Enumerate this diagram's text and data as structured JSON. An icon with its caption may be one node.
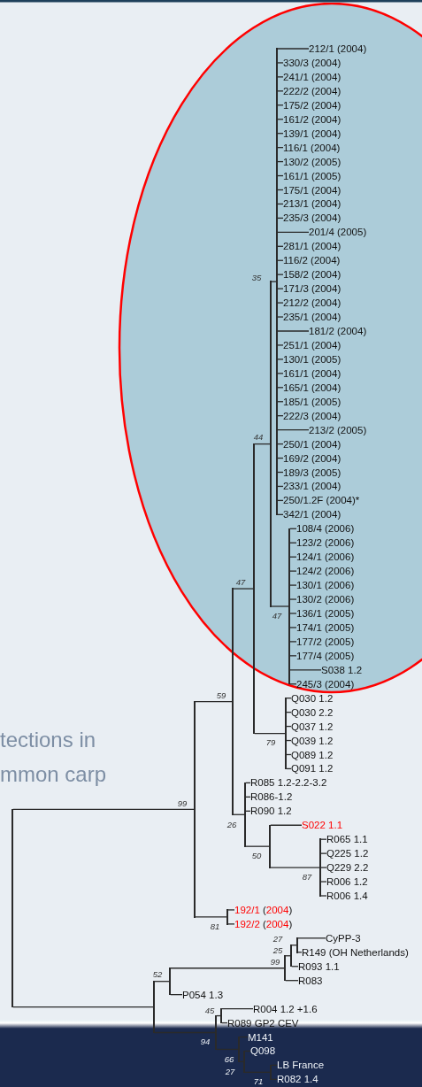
{
  "diagram": {
    "nodes": [
      {
        "text": [],
        "shape": "ellipse"
      },
      {
        "text": [
          "212/1 (2004)"
        ],
        "in": 0
      },
      {
        "text": [
          "330/3 (2004)"
        ],
        "in": 0
      },
      {
        "text": [
          "241/1 (2004)"
        ],
        "in": 0
      },
      {
        "text": [
          "222/2 (2004)"
        ],
        "in": 0
      },
      {
        "text": [
          "175/2 (2004)"
        ],
        "in": 0
      },
      {
        "text": [
          "161/2 (2004)"
        ],
        "in": 0
      },
      {
        "text": [
          "139/1 (2004)"
        ],
        "in": 0
      },
      {
        "text": [
          "116/1 (2004)"
        ],
        "in": 0
      },
      {
        "text": [
          "130/2 (2005)"
        ],
        "in": 0
      },
      {
        "text": [
          "161/1 (2005)"
        ],
        "in": 0
      },
      {
        "text": [
          "175/1 (2004)"
        ],
        "in": 0
      },
      {
        "text": [
          "213/1 (2004)"
        ],
        "in": 0
      },
      {
        "text": [
          "235/3 (2004)"
        ],
        "in": 0
      },
      {
        "text": [
          "201/4 (2005)"
        ],
        "in": 0
      },
      {
        "text": [
          "281/1 (2004)"
        ],
        "in": 0
      },
      {
        "text": [
          "116/2 (2004)"
        ],
        "in": 0
      },
      {
        "text": [
          "158/2 (2004)"
        ],
        "in": 0
      },
      {
        "text": [
          "171/3 (2004)"
        ],
        "in": 0
      },
      {
        "text": [
          "212/2 (2004)"
        ],
        "in": 0
      },
      {
        "text": [
          "235/1 (2004)"
        ],
        "in": 0
      },
      {
        "text": [
          "181/2 (2004)"
        ],
        "in": 0
      },
      {
        "text": [
          "251/1 (2004)"
        ],
        "in": 0
      },
      {
        "text": [
          "130/1 (2005)"
        ],
        "in": 0
      },
      {
        "text": [
          "161/1 (2004)"
        ],
        "in": 0
      },
      {
        "text": [
          "165/1 (2004)"
        ],
        "in": 0
      },
      {
        "text": [
          "185/1 (2005)"
        ],
        "in": 0
      },
      {
        "text": [
          "222/3 (2004)"
        ],
        "in": 0
      },
      {
        "text": [
          "213/2 (2005)"
        ],
        "in": 0
      },
      {
        "text": [
          "250/1 (2004)"
        ],
        "in": 0
      },
      {
        "text": [
          "169/2 (2004)"
        ],
        "in": 0
      },
      {
        "text": [
          "189/3 (2005)"
        ],
        "in": 0
      },
      {
        "text": [
          "233/1 (2004)"
        ],
        "in": 0
      },
      {
        "text": [
          "250/1.2F (2004)*"
        ],
        "in": 0
      },
      {
        "text": [
          "342/1 (2004)"
        ],
        "in": 0
      },
      {
        "text": [
          "108/4 (2006)"
        ],
        "in": 0
      },
      {
        "text": [
          "123/2 (2006)"
        ],
        "in": 0
      },
      {
        "text": [
          "124/1 (2006)"
        ],
        "in": 0
      },
      {
        "text": [
          "124/2 (2006)"
        ],
        "in": 0
      },
      {
        "text": [
          "130/1 (2006)"
        ],
        "in": 0
      },
      {
        "text": [
          "130/2 (2006)"
        ],
        "in": 0
      },
      {
        "text": [
          "136/1 (2005)"
        ],
        "in": 0
      },
      {
        "text": [
          "174/1 (2005)"
        ],
        "in": 0
      },
      {
        "text": [
          "177/2 (2005)"
        ],
        "in": 0
      },
      {
        "text": [
          "177/4 (2005)"
        ],
        "in": 0
      },
      {
        "text": [
          "S038 1.2"
        ],
        "in": 0
      },
      {
        "text": [
          "245/3 (2004)"
        ],
        "in": 0
      },
      {
        "text": [
          "Q030 1.2"
        ]
      },
      {
        "text": [
          "Q030 2.2"
        ]
      },
      {
        "text": [
          "Q037 1.2"
        ]
      },
      {
        "text": [
          "Q039 1.2"
        ]
      },
      {
        "text": [
          "Q089 1.2"
        ]
      },
      {
        "text": [
          "Q091 1.2"
        ]
      },
      {
        "text": [
          "R085 1.2-2.2-3.2"
        ]
      },
      {
        "text": [
          "R086-1.2"
        ]
      },
      {
        "text": [
          "R090 1.2"
        ]
      },
      {
        "text": [
          "S022 1.1"
        ]
      },
      {
        "text": [
          "R065 1.1"
        ]
      },
      {
        "text": [
          "Q225 1.2"
        ]
      },
      {
        "text": [
          "Q229 2.2"
        ]
      },
      {
        "text": [
          "R006 1.2"
        ]
      },
      {
        "text": [
          "R006 1.4"
        ]
      },
      {
        "text": [
          "192/1 (2004)"
        ]
      },
      {
        "text": [
          "192/2 (2004)"
        ]
      },
      {
        "text": [
          "CyPP-3"
        ]
      },
      {
        "text": [
          "R149 (OH Netherlands)"
        ]
      },
      {
        "text": [
          "R093 1.1"
        ]
      },
      {
        "text": [
          "R083"
        ]
      },
      {
        "text": [
          "P054 1.3"
        ]
      },
      {
        "text": [
          "R004 1.2 +1.6"
        ]
      },
      {
        "text": [
          "R089 GP2 CEV"
        ]
      },
      {
        "text": [
          "M141"
        ]
      },
      {
        "text": [
          "Q098"
        ]
      },
      {
        "text": [
          "LB France"
        ]
      },
      {
        "text": [
          "R082 1.4"
        ]
      },
      {
        "text": [],
        "shape": "bar",
        "in": 0
      },
      {
        "text": [],
        "shape": "bar",
        "beside": [
          "47"
        ],
        "in": 0
      },
      {
        "text": [],
        "shape": "bar",
        "beside": [
          "44"
        ],
        "in": 0
      },
      {
        "text": [],
        "shape": "bar",
        "beside": [
          "47"
        ]
      },
      {
        "text": [],
        "shape": "bar",
        "beside": [
          "79"
        ]
      },
      {
        "text": [],
        "shape": "bar",
        "beside": [
          "59"
        ]
      },
      {
        "text": [],
        "shape": "bar",
        "beside": [
          "26"
        ]
      },
      {
        "text": [],
        "shape": "bar",
        "beside": [
          "50"
        ]
      },
      {
        "text": [],
        "shape": "bar",
        "beside": [
          "87"
        ]
      },
      {
        "text": [],
        "shape": "bar",
        "beside": [
          "81"
        ]
      },
      {
        "text": [],
        "shape": "bar",
        "beside": [
          "99"
        ]
      },
      {
        "text": [],
        "shape": "bar"
      },
      {
        "text": [],
        "shape": "bar"
      },
      {
        "text": [],
        "shape": "bar",
        "beside": [
          "99"
        ]
      },
      {
        "text": [],
        "shape": "bar",
        "beside": [
          "52"
        ]
      },
      {
        "text": [],
        "shape": "bar",
        "beside": [
          "45"
        ]
      },
      {
        "text": [],
        "shape": "bar",
        "beside": [
          "71"
        ]
      },
      {
        "text": [],
        "shape": "bar",
        "beside": [
          "27"
        ]
      },
      {
        "text": [],
        "shape": "bar",
        "beside": [
          "66"
        ]
      },
      {
        "text": [],
        "shape": "bar",
        "beside": [
          "94"
        ]
      },
      {
        "text": [],
        "shape": "bar"
      },
      {
        "text": [],
        "shape": "bar"
      }
    ],
    "edges": [
      {
        "from": 75,
        "to": 1,
        "arrow": "none"
      },
      {
        "from": 75,
        "to": 2,
        "arrow": "none"
      },
      {
        "from": 75,
        "to": 3,
        "arrow": "none"
      },
      {
        "from": 75,
        "to": 4,
        "arrow": "none"
      },
      {
        "from": 75,
        "to": 5,
        "arrow": "none"
      },
      {
        "from": 75,
        "to": 6,
        "arrow": "none"
      },
      {
        "from": 75,
        "to": 7,
        "arrow": "none"
      },
      {
        "from": 75,
        "to": 8,
        "arrow": "none"
      },
      {
        "from": 75,
        "to": 9,
        "arrow": "none"
      },
      {
        "from": 75,
        "to": 10,
        "arrow": "none"
      },
      {
        "from": 75,
        "to": 11,
        "arrow": "none"
      },
      {
        "from": 75,
        "to": 12,
        "arrow": "none"
      },
      {
        "from": 75,
        "to": 13,
        "arrow": "none"
      },
      {
        "from": 75,
        "to": 14,
        "arrow": "none"
      },
      {
        "from": 75,
        "to": 15,
        "arrow": "none"
      },
      {
        "from": 75,
        "to": 16,
        "arrow": "none"
      },
      {
        "from": 75,
        "to": 17,
        "arrow": "none"
      },
      {
        "from": 75,
        "to": 18,
        "arrow": "none"
      },
      {
        "from": 75,
        "to": 19,
        "arrow": "none"
      },
      {
        "from": 75,
        "to": 20,
        "arrow": "none"
      },
      {
        "from": 75,
        "to": 21,
        "arrow": "none"
      },
      {
        "from": 75,
        "to": 22,
        "arrow": "none"
      },
      {
        "from": 75,
        "to": 23,
        "arrow": "none"
      },
      {
        "from": 75,
        "to": 24,
        "arrow": "none"
      },
      {
        "from": 75,
        "to": 25,
        "arrow": "none"
      },
      {
        "from": 75,
        "to": 26,
        "arrow": "none"
      },
      {
        "from": 75,
        "to": 27,
        "arrow": "none"
      },
      {
        "from": 75,
        "to": 28,
        "arrow": "none"
      },
      {
        "from": 75,
        "to": 29,
        "arrow": "none"
      },
      {
        "from": 75,
        "to": 30,
        "arrow": "none"
      },
      {
        "from": 75,
        "to": 31,
        "arrow": "none"
      },
      {
        "from": 75,
        "to": 32,
        "arrow": "none"
      },
      {
        "from": 75,
        "to": 33,
        "arrow": "none"
      },
      {
        "from": 75,
        "to": 34,
        "arrow": "none"
      },
      {
        "from": 76,
        "to": 35,
        "arrow": "none"
      },
      {
        "from": 76,
        "to": 36,
        "arrow": "none"
      },
      {
        "from": 76,
        "to": 37,
        "arrow": "none"
      },
      {
        "from": 76,
        "to": 38,
        "arrow": "none"
      },
      {
        "from": 76,
        "to": 39,
        "arrow": "none"
      },
      {
        "from": 76,
        "to": 40,
        "arrow": "none"
      },
      {
        "from": 76,
        "to": 41,
        "arrow": "none"
      },
      {
        "from": 76,
        "to": 42,
        "arrow": "none"
      },
      {
        "from": 76,
        "to": 43,
        "arrow": "none"
      },
      {
        "from": 76,
        "to": 44,
        "arrow": "none"
      },
      {
        "from": 76,
        "to": 45,
        "arrow": "none"
      },
      {
        "from": 76,
        "to": 46,
        "arrow": "none"
      },
      {
        "from": 77,
        "to": 75,
        "arrow": "none"
      },
      {
        "from": 77,
        "to": 76,
        "arrow": "none"
      },
      {
        "from": 78,
        "to": 77,
        "arrow": "none"
      },
      {
        "from": 78,
        "to": 79,
        "arrow": "none"
      },
      {
        "from": 79,
        "to": 47,
        "arrow": "none"
      },
      {
        "from": 79,
        "to": 48,
        "arrow": "none"
      },
      {
        "from": 79,
        "to": 49,
        "arrow": "none"
      },
      {
        "from": 79,
        "to": 50,
        "arrow": "none"
      },
      {
        "from": 79,
        "to": 51,
        "arrow": "none"
      },
      {
        "from": 79,
        "to": 52,
        "arrow": "none"
      },
      {
        "from": 80,
        "to": 78,
        "arrow": "none"
      },
      {
        "from": 80,
        "to": 81,
        "arrow": "none"
      },
      {
        "from": 81,
        "to": 53,
        "arrow": "none"
      },
      {
        "from": 81,
        "to": 54,
        "arrow": "none"
      },
      {
        "from": 81,
        "to": 55,
        "arrow": "none"
      },
      {
        "from": 81,
        "to": 82,
        "arrow": "none"
      },
      {
        "from": 82,
        "to": 56,
        "arrow": "none"
      },
      {
        "from": 82,
        "to": 83,
        "arrow": "none"
      },
      {
        "from": 83,
        "to": 57,
        "arrow": "none"
      },
      {
        "from": 83,
        "to": 58,
        "arrow": "none"
      },
      {
        "from": 83,
        "to": 59,
        "arrow": "none"
      },
      {
        "from": 83,
        "to": 60,
        "arrow": "none"
      },
      {
        "from": 83,
        "to": 61,
        "arrow": "none"
      },
      {
        "from": 84,
        "to": 62,
        "arrow": "none"
      },
      {
        "from": 84,
        "to": 63,
        "arrow": "none"
      },
      {
        "from": 85,
        "to": 80,
        "arrow": "none"
      },
      {
        "from": 85,
        "to": 84,
        "arrow": "none"
      },
      {
        "from": 86,
        "to": 64,
        "arrow": "none"
      },
      {
        "from": 86,
        "to": 65,
        "arrow": "none"
      },
      {
        "from": 87,
        "to": 86,
        "arrow": "none"
      },
      {
        "from": 87,
        "to": 66,
        "arrow": "none"
      },
      {
        "from": 88,
        "to": 87,
        "arrow": "none"
      },
      {
        "from": 88,
        "to": 67,
        "arrow": "none"
      },
      {
        "from": 89,
        "to": 88,
        "arrow": "none"
      },
      {
        "from": 89,
        "to": 68,
        "arrow": "none"
      },
      {
        "from": 90,
        "to": 69,
        "arrow": "none"
      },
      {
        "from": 90,
        "to": 70,
        "arrow": "none"
      },
      {
        "from": 91,
        "to": 73,
        "arrow": "none"
      },
      {
        "from": 91,
        "to": 74,
        "arrow": "none"
      },
      {
        "from": 92,
        "to": 72,
        "arrow": "none"
      },
      {
        "from": 92,
        "to": 91,
        "arrow": "none"
      },
      {
        "from": 93,
        "to": 71,
        "arrow": "none"
      },
      {
        "from": 93,
        "to": 92,
        "arrow": "none"
      },
      {
        "from": 94,
        "to": 90,
        "arrow": "none"
      },
      {
        "from": 94,
        "to": 93,
        "arrow": "none"
      },
      {
        "from": 96,
        "to": 89,
        "arrow": "none"
      },
      {
        "from": 96,
        "to": 94,
        "arrow": "none"
      },
      {
        "from": 95,
        "to": 85,
        "arrow": "none"
      },
      {
        "from": 95,
        "to": 96,
        "arrow": "none"
      }
    ],
    "labels": [
      "35",
      "tections in",
      "mmon carp",
      "27",
      "25"
    ]
  }
}
